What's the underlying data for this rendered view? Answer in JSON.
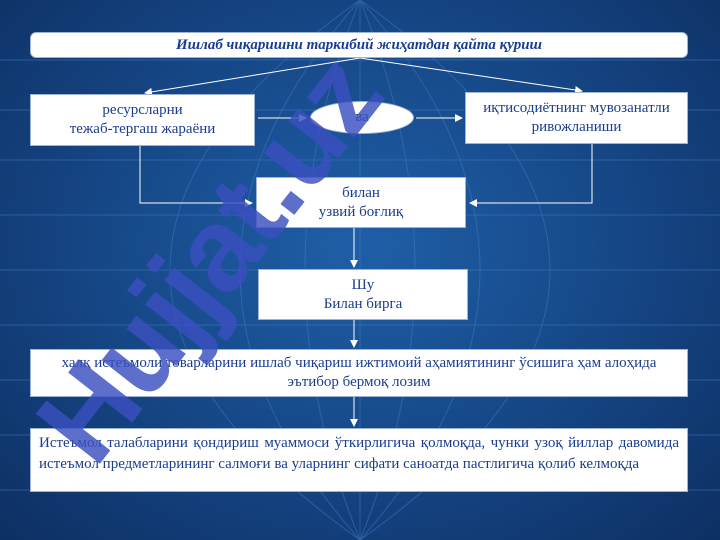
{
  "title": "Ишлаб чиқаришни таркибий жиҳатдан қайта қуриш",
  "left_box": {
    "line1": "ресурсларни",
    "line2": "тежаб-тергаш жараёни"
  },
  "oval": "ва",
  "right_box": {
    "line1": "иқтисодиётнинг мувозанатли",
    "line2": "ривожланиши"
  },
  "mid_box_1": {
    "line1": "билан",
    "line2": "узвий боғлиқ"
  },
  "mid_box_2": {
    "line1": "Шу",
    "line2": "Билан бирга"
  },
  "wide_box_1": "халқ истеъмоли товарларини ишлаб чиқариш ижтимоий аҳамиятининг ўсишига ҳам алоҳида эътибор бермоқ лозим",
  "wide_box_2": "Истеъмол талабларини қондириш муаммоси ўткирлигича қолмоқда, чунки узоқ йиллар давомида истеъмол предметларининг салмоғи ва уларнинг сифати саноатда пастлигича қолиб келмоқда",
  "watermark": "Hujjat.uz",
  "colors": {
    "background": "#174a8a",
    "box_text": "#1a3d8f",
    "arrow": "#ffffff",
    "watermark": "#3b4fc0"
  }
}
